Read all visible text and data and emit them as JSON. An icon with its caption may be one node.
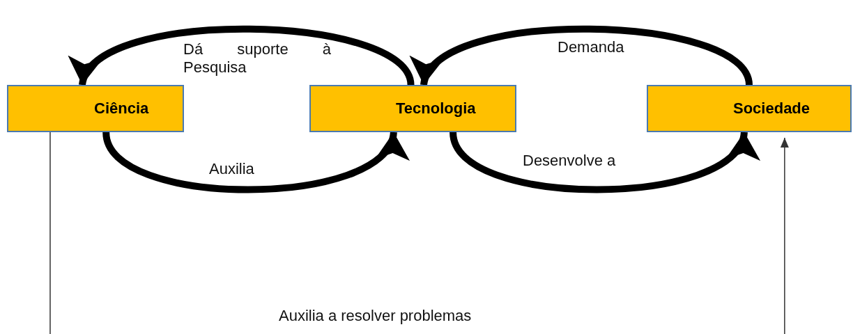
{
  "diagram": {
    "nodes": [
      {
        "text": [
          "Ciência"
        ]
      },
      {
        "text": [
          "Tecnologia"
        ]
      },
      {
        "text": [
          "Sociedade"
        ]
      }
    ],
    "edges": [
      {
        "from": 1,
        "to": 0,
        "arrow": "to",
        "label": "Dá suporte à Pesquisa"
      },
      {
        "from": 0,
        "to": 1,
        "arrow": "to",
        "label": "Auxilia"
      },
      {
        "from": 2,
        "to": 1,
        "arrow": "to",
        "label": "Demanda"
      },
      {
        "from": 1,
        "to": 2,
        "arrow": "to",
        "label": "Desenvolve a"
      },
      {
        "from": 0,
        "to": 2,
        "arrow": "to",
        "label": "Auxilia a resolver problemas"
      }
    ]
  }
}
